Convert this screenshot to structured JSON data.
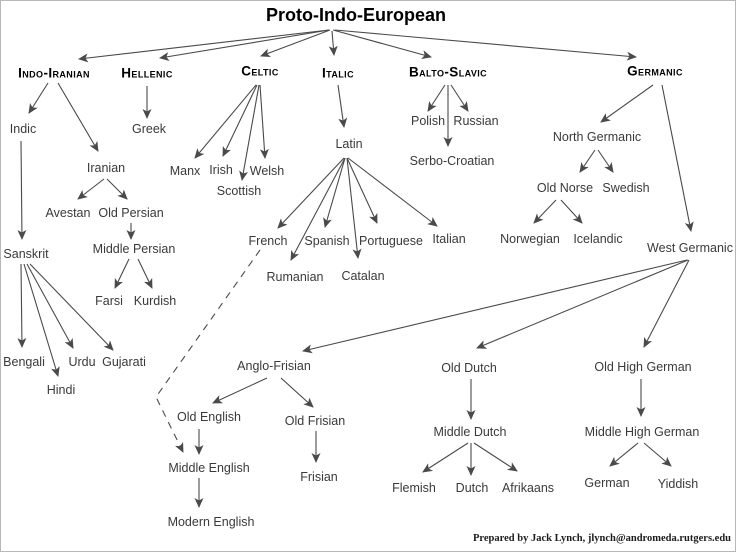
{
  "title": "Proto-Indo-European",
  "credit": "Prepared by Jack Lynch, jlynch@andromeda.rutgers.edu",
  "branches": {
    "indo_iranian": "Indo-Iranian",
    "hellenic": "Hellenic",
    "celtic": "Celtic",
    "italic": "Italic",
    "balto_slavic": "Balto-Slavic",
    "germanic": "Germanic"
  },
  "nodes": {
    "indic": "Indic",
    "greek": "Greek",
    "iranian": "Iranian",
    "manx": "Manx",
    "irish": "Irish",
    "welsh": "Welsh",
    "scottish": "Scottish",
    "latin": "Latin",
    "polish": "Polish",
    "russian": "Russian",
    "serbo_croatian": "Serbo-Croatian",
    "north_germanic": "North Germanic",
    "avestan": "Avestan",
    "old_persian": "Old Persian",
    "sanskrit": "Sanskrit",
    "middle_persian": "Middle Persian",
    "old_norse": "Old Norse",
    "swedish": "Swedish",
    "farsi": "Farsi",
    "kurdish": "Kurdish",
    "french": "French",
    "spanish": "Spanish",
    "portuguese": "Portuguese",
    "italian": "Italian",
    "rumanian": "Rumanian",
    "catalan": "Catalan",
    "norwegian": "Norwegian",
    "icelandic": "Icelandic",
    "west_germanic": "West Germanic",
    "bengali": "Bengali",
    "urdu": "Urdu",
    "gujarati": "Gujarati",
    "hindi": "Hindi",
    "anglo_frisian": "Anglo-Frisian",
    "old_english": "Old English",
    "old_frisian": "Old Frisian",
    "middle_english": "Middle English",
    "modern_english": "Modern English",
    "frisian": "Frisian",
    "old_dutch": "Old Dutch",
    "middle_dutch": "Middle Dutch",
    "flemish": "Flemish",
    "dutch": "Dutch",
    "afrikaans": "Afrikaans",
    "old_high_german": "Old High German",
    "middle_high_german": "Middle High German",
    "german": "German",
    "yiddish": "Yiddish"
  },
  "colors": {
    "background": "#ffffff",
    "line": "#4a4a4a",
    "text": "#3a3a3a",
    "heading": "#000000"
  }
}
